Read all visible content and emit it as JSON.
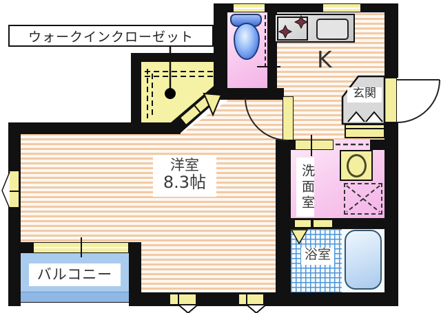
{
  "floorplan": {
    "rooms": {
      "walk_in_closet": {
        "label": "ウォークインクローゼット"
      },
      "kitchen": {
        "label": "K"
      },
      "entrance": {
        "label": "玄関"
      },
      "washroom": {
        "label": "洗面室"
      },
      "western_room": {
        "label": "洋室",
        "size": "8.3帖"
      },
      "bathroom": {
        "label": "浴室"
      },
      "balcony": {
        "label": "バルコニー"
      }
    },
    "colors": {
      "wall": "#111111",
      "door_window_yellow": "#f4ef9f",
      "room_pink": "#f6c2ec",
      "floor_stripe_peach": "#f2c9a4",
      "closet_yellow": "#f5f2a5",
      "balcony_blue": "#a9cbee",
      "bath_tile_blue": "#4d94d6",
      "toilet_blue": "#4878e0",
      "entrance_gray": "#d9d9d9"
    }
  }
}
